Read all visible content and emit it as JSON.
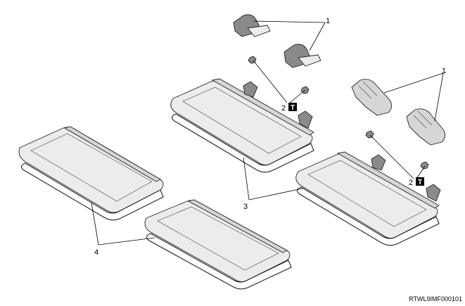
{
  "callouts": {
    "c1a": "1",
    "c1b": "1",
    "c2a": "2",
    "c2b": "2",
    "c3": "3",
    "c4": "4"
  },
  "torque_icon": "torque-symbol-icon",
  "reference_code": "RTWL9IMF000101"
}
